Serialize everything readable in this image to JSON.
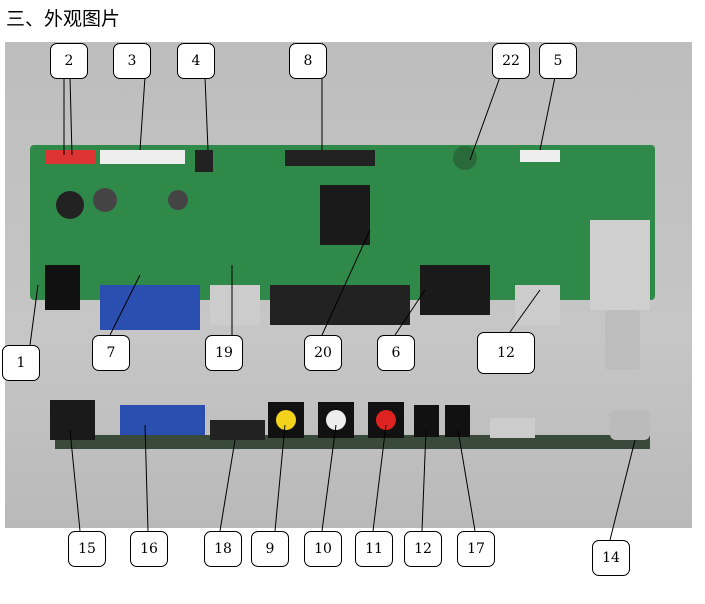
{
  "title": "三、外观图片",
  "callouts_top": [
    "2",
    "3",
    "4",
    "8",
    "22",
    "5"
  ],
  "callouts_mid": [
    "1",
    "7",
    "19",
    "20",
    "6",
    "12"
  ],
  "callouts_bottom": [
    "15",
    "16",
    "18",
    "9",
    "10",
    "11",
    "12",
    "17",
    "14"
  ],
  "colors": {
    "board": "#2f8a4a",
    "pcb_edge": "#3a4a3a",
    "background": "#c0c0c0"
  }
}
